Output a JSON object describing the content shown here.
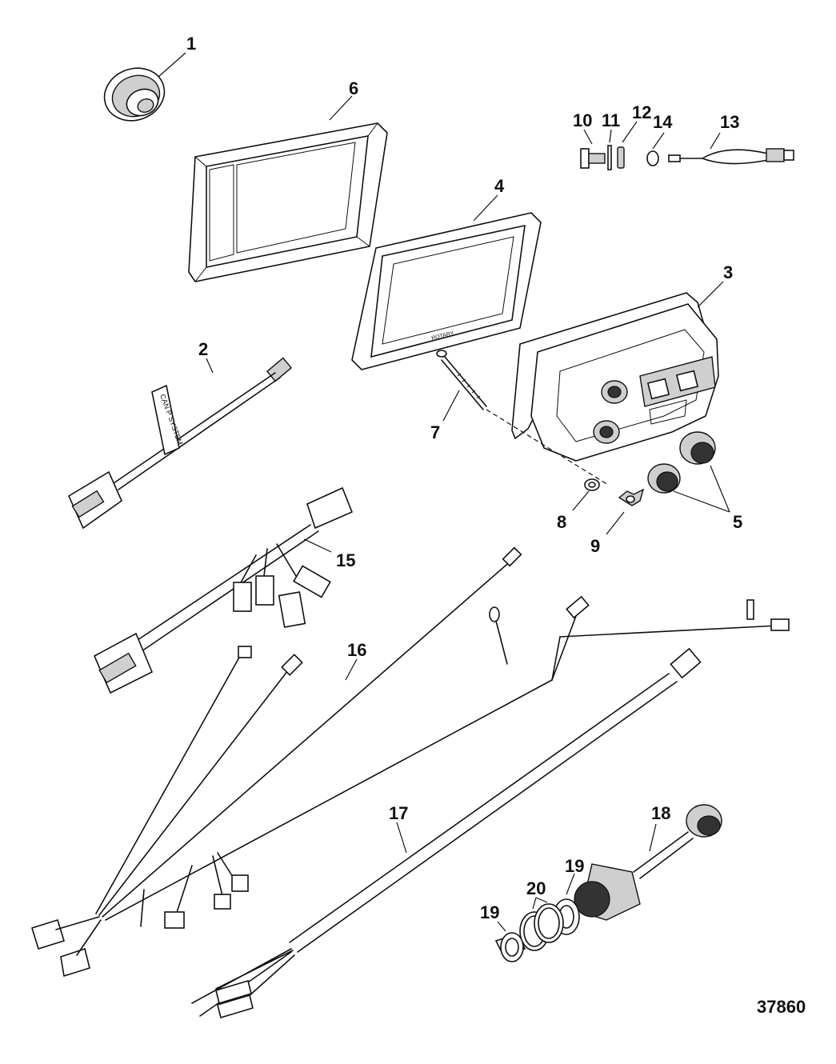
{
  "figure_id": "37860",
  "callouts": {
    "c1": "1",
    "c2": "2",
    "c3": "3",
    "c4": "4",
    "c5": "5",
    "c6": "6",
    "c7": "7",
    "c8": "8",
    "c9": "9",
    "c10": "10",
    "c11": "11",
    "c12": "12",
    "c13": "13",
    "c14": "14",
    "c15": "15",
    "c16": "16",
    "c17": "17",
    "c18": "18",
    "c19a": "19",
    "c19b": "19",
    "c20": "20"
  },
  "label_text": {
    "cable2_tag": "CAN P SYSTEM",
    "frame4_mark": "ROTARY"
  },
  "colors": {
    "line": "#111111",
    "background": "#ffffff"
  }
}
